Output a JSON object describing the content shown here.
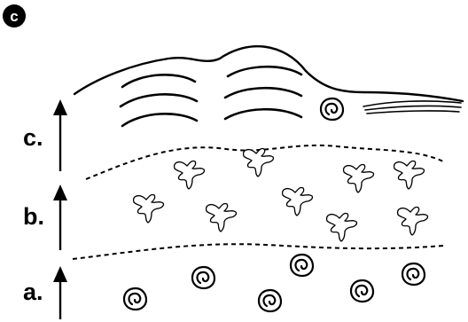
{
  "panel": {
    "letter": "c"
  },
  "stages": [
    {
      "label": "c."
    },
    {
      "label": "b."
    },
    {
      "label": "a."
    }
  ],
  "colors": {
    "ink": "#000000",
    "background": "#ffffff"
  },
  "icons": {
    "stage_a_cells": "round-cell-icon",
    "stage_b_cells": "branched-cell-icon",
    "stage_c_cells": "round-cell-icon"
  }
}
